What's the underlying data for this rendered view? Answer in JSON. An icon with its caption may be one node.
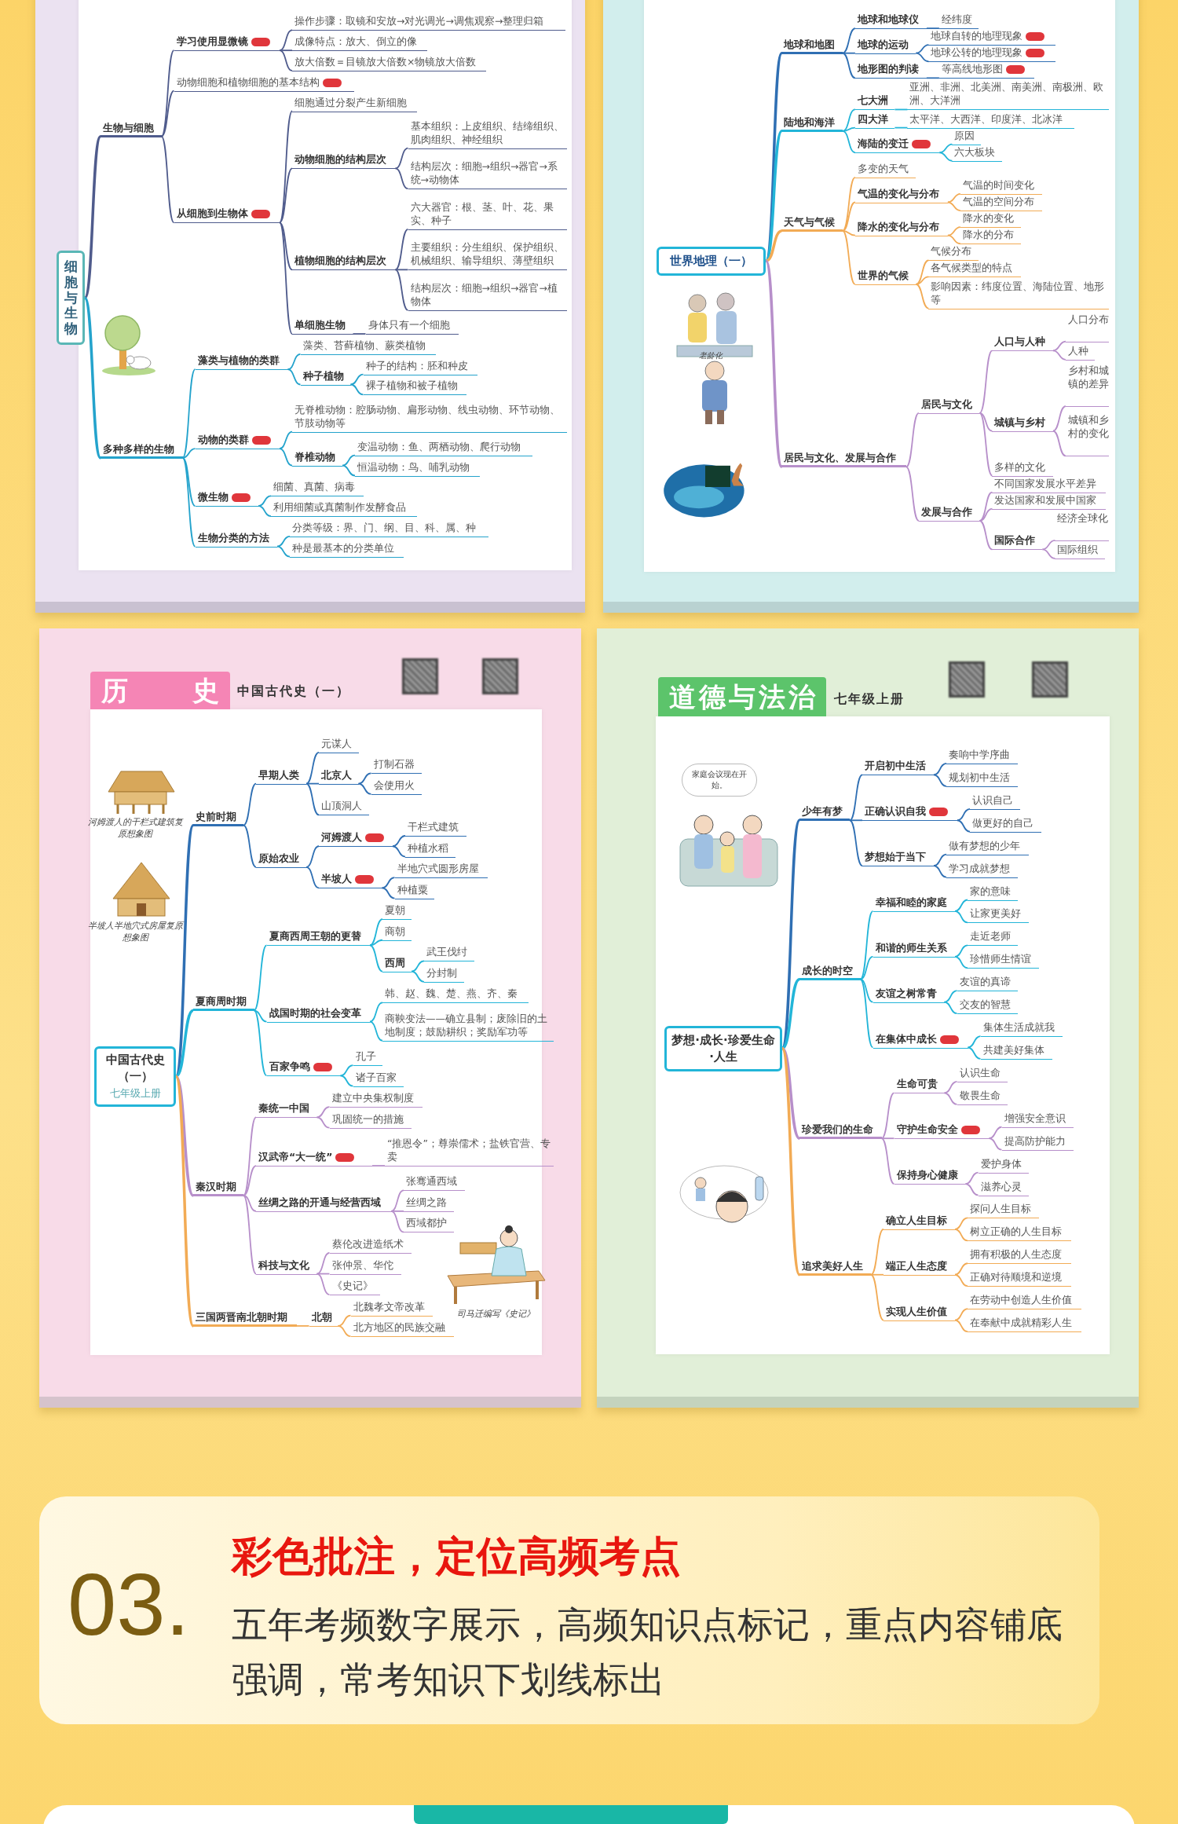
{
  "diagram": {
    "nodes": [
      {
        "text": [],
        "shape": "box"
      },
      {
        "text": [
          "细胞与生物"
        ],
        "in": 0
      },
      {
        "text": [
          "生物与细胞"
        ],
        "in": 0
      },
      {
        "text": [
          "学习使用显微镜"
        ],
        "in": 0
      },
      {
        "text": [
          "操作步骤：取镜和安放→对光调光→调焦观察→整理归箱"
        ],
        "in": 0
      },
      {
        "text": [
          "成像特点：放大、倒立的像"
        ],
        "in": 0
      },
      {
        "text": [
          "放大倍数＝目镜放大倍数×物镜放大倍数"
        ],
        "in": 0
      },
      {
        "text": [
          "动物细胞和植物细胞的基本结构"
        ],
        "in": 0
      },
      {
        "text": [
          "从细胞到生物体"
        ],
        "in": 0
      },
      {
        "text": [
          "细胞通过分裂产生新细胞"
        ],
        "in": 0
      },
      {
        "text": [
          "动物细胞的结构层次"
        ],
        "in": 0
      },
      {
        "text": [
          "基本组织：上皮组织、结缔组织、肌肉组织、神经组织"
        ],
        "in": 0
      },
      {
        "text": [
          "结构层次：细胞→组织→器官→系统→动物体"
        ],
        "in": 0
      },
      {
        "text": [
          "植物细胞的结构层次"
        ],
        "in": 0
      },
      {
        "text": [
          "六大器官：根、茎、叶、花、果实、种子"
        ],
        "in": 0
      },
      {
        "text": [
          "主要组织：分生组织、保护组织、机械组织、输导组织、薄壁组织"
        ],
        "in": 0
      },
      {
        "text": [
          "结构层次：细胞→组织→器官→植物体"
        ],
        "in": 0
      },
      {
        "text": [
          "单细胞生物"
        ],
        "in": 0
      },
      {
        "text": [
          "身体只有一个细胞"
        ],
        "in": 0
      },
      {
        "text": [
          "多种多样的生物"
        ],
        "in": 0
      },
      {
        "text": [
          "藻类与植物的类群"
        ],
        "in": 0
      },
      {
        "text": [
          "藻类、苔藓植物、蕨类植物"
        ],
        "in": 0
      },
      {
        "text": [
          "种子植物"
        ],
        "in": 0
      },
      {
        "text": [
          "种子的结构：胚和种皮"
        ],
        "in": 0
      },
      {
        "text": [
          "裸子植物和被子植物"
        ],
        "in": 0
      },
      {
        "text": [
          "动物的类群"
        ],
        "in": 0
      },
      {
        "text": [
          "无脊椎动物：腔肠动物、扁形动物、线虫动物、环节动物、节肢动物等"
        ],
        "in": 0
      },
      {
        "text": [
          "脊椎动物"
        ],
        "in": 0
      },
      {
        "text": [
          "变温动物：鱼、两栖动物、爬行动物"
        ],
        "in": 0
      },
      {
        "text": [
          "恒温动物：鸟、哺乳动物"
        ],
        "in": 0
      },
      {
        "text": [
          "微生物"
        ],
        "in": 0
      },
      {
        "text": [
          "细菌、真菌、病毒"
        ],
        "in": 0
      },
      {
        "text": [
          "利用细菌或真菌制作发酵食品"
        ],
        "in": 0
      },
      {
        "text": [
          "生物分类的方法"
        ],
        "in": 0
      },
      {
        "text": [
          "分类等级：界、门、纲、目、科、属、种"
        ],
        "in": 0
      },
      {
        "text": [
          "种是最基本的分类单位"
        ],
        "in": 0
      },
      {
        "text": [],
        "shape": "box"
      },
      {
        "text": [
          "世界地理（一）"
        ],
        "in": 36
      },
      {
        "text": [
          "地球和地图"
        ],
        "in": 36
      },
      {
        "text": [
          "地球和地球仪"
        ],
        "in": 36
      },
      {
        "text": [
          "经纬度"
        ],
        "in": 36
      },
      {
        "text": [
          "地球的运动"
        ],
        "in": 36
      },
      {
        "text": [
          "地球自转的地理现象"
        ],
        "in": 36
      },
      {
        "text": [
          "地球公转的地理现象"
        ],
        "in": 36
      },
      {
        "text": [
          "地形图的判读"
        ],
        "in": 36
      },
      {
        "text": [
          "等高线地形图"
        ],
        "in": 36
      },
      {
        "text": [
          "陆地和海洋"
        ],
        "in": 36
      },
      {
        "text": [
          "七大洲"
        ],
        "in": 36
      },
      {
        "text": [
          "亚洲、非洲、北美洲、南美洲、南极洲、欧洲、大洋洲"
        ],
        "in": 36
      },
      {
        "text": [
          "四大洋"
        ],
        "in": 36
      },
      {
        "text": [
          "太平洋、大西洋、印度洋、北冰洋"
        ],
        "in": 36
      },
      {
        "text": [
          "海陆的变迁"
        ],
        "in": 36
      },
      {
        "text": [
          "原因"
        ],
        "in": 36
      },
      {
        "text": [
          "六大板块"
        ],
        "in": 36
      },
      {
        "text": [
          "天气与气候"
        ],
        "in": 36
      },
      {
        "text": [
          "多变的天气"
        ],
        "in": 36
      },
      {
        "text": [
          "气温的变化与分布"
        ],
        "in": 36
      },
      {
        "text": [
          "气温的时间变化"
        ],
        "in": 36
      },
      {
        "text": [
          "气温的空间分布"
        ],
        "in": 36
      },
      {
        "text": [
          "降水的变化与分布"
        ],
        "in": 36
      },
      {
        "text": [
          "降水的变化"
        ],
        "in": 36
      },
      {
        "text": [
          "降水的分布"
        ],
        "in": 36
      },
      {
        "text": [
          "世界的气候"
        ],
        "in": 36
      },
      {
        "text": [
          "气候分布"
        ],
        "in": 36
      },
      {
        "text": [
          "各气候类型的特点"
        ],
        "in": 36
      },
      {
        "text": [
          "影响因素：纬度位置、海陆位置、地形等"
        ],
        "in": 36
      },
      {
        "text": [
          "居民与文化、发展与合作"
        ],
        "in": 36
      },
      {
        "text": [
          "居民与文化"
        ],
        "in": 36
      },
      {
        "text": [
          "人口与人种"
        ],
        "in": 36
      },
      {
        "text": [
          "人口分布"
        ],
        "in": 36
      },
      {
        "text": [
          "人种"
        ],
        "in": 36
      },
      {
        "text": [
          "城镇与乡村"
        ],
        "in": 36
      },
      {
        "text": [
          "乡村和城镇的差异"
        ],
        "in": 36
      },
      {
        "text": [
          "城镇和乡村的变化"
        ],
        "in": 36
      },
      {
        "text": [
          "多样的文化"
        ],
        "in": 36
      },
      {
        "text": [
          "发展与合作"
        ],
        "in": 36
      },
      {
        "text": [
          "不同国家发展水平差异"
        ],
        "in": 36
      },
      {
        "text": [
          "发达国家和发展中国家"
        ],
        "in": 36
      },
      {
        "text": [
          "国际合作"
        ],
        "in": 36
      },
      {
        "text": [
          "经济全球化"
        ],
        "in": 36
      },
      {
        "text": [
          "国际组织"
        ],
        "in": 36
      },
      {
        "text": [
          "历史",
          "中国古代史（一）"
        ]
      },
      {
        "text": [
          "中国古代史（一）",
          "七年级上册"
        ],
        "in": 81
      },
      {
        "text": [
          "史前时期"
        ],
        "in": 81
      },
      {
        "text": [
          "早期人类"
        ],
        "in": 81
      },
      {
        "text": [
          "元谋人"
        ],
        "in": 81
      },
      {
        "text": [
          "北京人"
        ],
        "in": 81
      },
      {
        "text": [
          "打制石器"
        ],
        "in": 81
      },
      {
        "text": [
          "会使用火"
        ],
        "in": 81
      },
      {
        "text": [
          "山顶洞人"
        ],
        "in": 81
      },
      {
        "text": [
          "原始农业"
        ],
        "in": 81
      },
      {
        "text": [
          "河姆渡人"
        ],
        "in": 81
      },
      {
        "text": [
          "干栏式建筑"
        ],
        "in": 81
      },
      {
        "text": [
          "种植水稻"
        ],
        "in": 81
      },
      {
        "text": [
          "半坡人"
        ],
        "in": 81
      },
      {
        "text": [
          "半地穴式圆形房屋"
        ],
        "in": 81
      },
      {
        "text": [
          "种植粟"
        ],
        "in": 81
      },
      {
        "text": [
          "夏商周时期"
        ],
        "in": 81
      },
      {
        "text": [
          "夏商西周王朝的更替"
        ],
        "in": 81
      },
      {
        "text": [
          "夏朝"
        ],
        "in": 81
      },
      {
        "text": [
          "商朝"
        ],
        "in": 81
      },
      {
        "text": [
          "西周"
        ],
        "in": 81
      },
      {
        "text": [
          "武王伐纣"
        ],
        "in": 81
      },
      {
        "text": [
          "分封制"
        ],
        "in": 81
      },
      {
        "text": [
          "战国时期的社会变革"
        ],
        "in": 81
      },
      {
        "text": [
          "韩、赵、魏、楚、燕、齐、秦"
        ],
        "in": 81
      },
      {
        "text": [
          "商鞅变法——确立县制；废除旧的土地制度；鼓励耕织；奖励军功等"
        ],
        "in": 81
      },
      {
        "text": [
          "百家争鸣"
        ],
        "in": 81
      },
      {
        "text": [
          "孔子"
        ],
        "in": 81
      },
      {
        "text": [
          "诸子百家"
        ],
        "in": 81
      },
      {
        "text": [
          "秦汉时期"
        ],
        "in": 81
      },
      {
        "text": [
          "秦统一中国"
        ],
        "in": 81
      },
      {
        "text": [
          "建立中央集权制度"
        ],
        "in": 81
      },
      {
        "text": [
          "巩固统一的措施"
        ],
        "in": 81
      },
      {
        "text": [
          "汉武帝“大一统”"
        ],
        "in": 81
      },
      {
        "text": [
          "“推恩令”；尊崇儒术；盐铁官营、专卖"
        ],
        "in": 81
      },
      {
        "text": [
          "丝绸之路的开通与经营西域"
        ],
        "in": 81
      },
      {
        "text": [
          "张骞通西域"
        ],
        "in": 81
      },
      {
        "text": [
          "丝绸之路"
        ],
        "in": 81
      },
      {
        "text": [
          "西域都护"
        ],
        "in": 81
      },
      {
        "text": [
          "科技与文化"
        ],
        "in": 81
      },
      {
        "text": [
          "蔡伦改进造纸术"
        ],
        "in": 81
      },
      {
        "text": [
          "张仲景、华佗"
        ],
        "in": 81
      },
      {
        "text": [
          "《史记》"
        ],
        "in": 81
      },
      {
        "text": [
          "三国两晋南北朝时期"
        ],
        "in": 81
      },
      {
        "text": [
          "北朝"
        ],
        "in": 81
      },
      {
        "text": [
          "北魏孝文帝改革"
        ],
        "in": 81
      },
      {
        "text": [
          "北方地区的民族交融"
        ],
        "in": 81
      },
      {
        "text": [
          "道德与法治",
          "七年级上册"
        ]
      },
      {
        "text": [
          "梦想·成长·珍爱生命·人生"
        ],
        "in": 128
      },
      {
        "text": [
          "少年有梦"
        ],
        "in": 128
      },
      {
        "text": [
          "开启初中生活"
        ],
        "in": 128
      },
      {
        "text": [
          "奏响中学序曲"
        ],
        "in": 128
      },
      {
        "text": [
          "规划初中生活"
        ],
        "in": 128
      },
      {
        "text": [
          "正确认识自我"
        ],
        "in": 128
      },
      {
        "text": [
          "认识自己"
        ],
        "in": 128
      },
      {
        "text": [
          "做更好的自己"
        ],
        "in": 128
      },
      {
        "text": [
          "梦想始于当下"
        ],
        "in": 128
      },
      {
        "text": [
          "做有梦想的少年"
        ],
        "in": 128
      },
      {
        "text": [
          "学习成就梦想"
        ],
        "in": 128
      },
      {
        "text": [
          "成长的时空"
        ],
        "in": 128
      },
      {
        "text": [
          "幸福和睦的家庭"
        ],
        "in": 128
      },
      {
        "text": [
          "家的意味"
        ],
        "in": 128
      },
      {
        "text": [
          "让家更美好"
        ],
        "in": 128
      },
      {
        "text": [
          "和谐的师生关系"
        ],
        "in": 128
      },
      {
        "text": [
          "走近老师"
        ],
        "in": 128
      },
      {
        "text": [
          "珍惜师生情谊"
        ],
        "in": 128
      },
      {
        "text": [
          "友谊之树常青"
        ],
        "in": 128
      },
      {
        "text": [
          "友谊的真谛"
        ],
        "in": 128
      },
      {
        "text": [
          "交友的智慧"
        ],
        "in": 128
      },
      {
        "text": [
          "在集体中成长"
        ],
        "in": 128
      },
      {
        "text": [
          "集体生活成就我"
        ],
        "in": 128
      },
      {
        "text": [
          "共建美好集体"
        ],
        "in": 128
      },
      {
        "text": [
          "珍爱我们的生命"
        ],
        "in": 128
      },
      {
        "text": [
          "生命可贵"
        ],
        "in": 128
      },
      {
        "text": [
          "认识生命"
        ],
        "in": 128
      },
      {
        "text": [
          "敬畏生命"
        ],
        "in": 128
      },
      {
        "text": [
          "守护生命安全"
        ],
        "in": 128
      },
      {
        "text": [
          "增强安全意识"
        ],
        "in": 128
      },
      {
        "text": [
          "提高防护能力"
        ],
        "in": 128
      },
      {
        "text": [
          "保持身心健康"
        ],
        "in": 128
      },
      {
        "text": [
          "爱护身体"
        ],
        "in": 128
      },
      {
        "text": [
          "滋养心灵"
        ],
        "in": 128
      },
      {
        "text": [
          "追求美好人生"
        ],
        "in": 128
      },
      {
        "text": [
          "确立人生目标"
        ],
        "in": 128
      },
      {
        "text": [
          "探问人生目标"
        ],
        "in": 128
      },
      {
        "text": [
          "树立正确的人生目标"
        ],
        "in": 128
      },
      {
        "text": [
          "端正人生态度"
        ],
        "in": 128
      },
      {
        "text": [
          "拥有积极的人生态度"
        ],
        "in": 128
      },
      {
        "text": [
          "正确对待顺境和逆境"
        ],
        "in": 128
      },
      {
        "text": [
          "实现人生价值"
        ],
        "in": 128
      },
      {
        "text": [
          "在劳动中创造人生价值"
        ],
        "in": 128
      },
      {
        "text": [
          "在奉献中成就精彩人生"
        ],
        "in": 128
      },
      {
        "text": [
          "03.",
          "彩色批注，定位高频考点",
          "五年考频数字展示，高频知识点标记，重点内容铺底强调，常考知识下划线标出"
        ]
      }
    ],
    "edges": [
      {
        "from": 1,
        "to": 2,
        "arrow": "none",
        "color": "#4f5b8c"
      },
      {
        "from": 2,
        "to": 3,
        "arrow": "none",
        "color": "#4f5b8c"
      },
      {
        "from": 3,
        "to": 4,
        "arrow": "none",
        "color": "#4f5b8c"
      },
      {
        "from": 3,
        "to": 5,
        "arrow": "none",
        "color": "#4f5b8c"
      },
      {
        "from": 3,
        "to": 6,
        "arrow": "none",
        "color": "#4f5b8c"
      },
      {
        "from": 2,
        "to": 7,
        "arrow": "none",
        "color": "#4f5b8c"
      },
      {
        "from": 2,
        "to": 8,
        "arrow": "none",
        "color": "#4f5b8c"
      },
      {
        "from": 8,
        "to": 9,
        "arrow": "none",
        "color": "#4f5b8c"
      },
      {
        "from": 8,
        "to": 10,
        "arrow": "none",
        "color": "#4f5b8c"
      },
      {
        "from": 10,
        "to": 11,
        "arrow": "none",
        "color": "#4f5b8c"
      },
      {
        "from": 10,
        "to": 12,
        "arrow": "none",
        "color": "#4f5b8c"
      },
      {
        "from": 8,
        "to": 13,
        "arrow": "none",
        "color": "#4f5b8c"
      },
      {
        "from": 13,
        "to": 14,
        "arrow": "none",
        "color": "#4f5b8c"
      },
      {
        "from": 13,
        "to": 15,
        "arrow": "none",
        "color": "#4f5b8c"
      },
      {
        "from": 13,
        "to": 16,
        "arrow": "none",
        "color": "#4f5b8c"
      },
      {
        "from": 8,
        "to": 17,
        "arrow": "none",
        "color": "#4f5b8c"
      },
      {
        "from": 17,
        "to": 18,
        "arrow": "none",
        "color": "#4f5b8c"
      },
      {
        "from": 1,
        "to": 19,
        "arrow": "none",
        "color": "#24a3cc"
      },
      {
        "from": 19,
        "to": 20,
        "arrow": "none",
        "color": "#24a3cc"
      },
      {
        "from": 20,
        "to": 21,
        "arrow": "none",
        "color": "#24a3cc"
      },
      {
        "from": 20,
        "to": 22,
        "arrow": "none",
        "color": "#24a3cc"
      },
      {
        "from": 22,
        "to": 23,
        "arrow": "none",
        "color": "#24a3cc"
      },
      {
        "from": 22,
        "to": 24,
        "arrow": "none",
        "color": "#24a3cc"
      },
      {
        "from": 19,
        "to": 25,
        "arrow": "none",
        "color": "#24a3cc"
      },
      {
        "from": 25,
        "to": 26,
        "arrow": "none",
        "color": "#24a3cc"
      },
      {
        "from": 25,
        "to": 27,
        "arrow": "none",
        "color": "#24a3cc"
      },
      {
        "from": 27,
        "to": 28,
        "arrow": "none",
        "color": "#24a3cc"
      },
      {
        "from": 27,
        "to": 29,
        "arrow": "none",
        "color": "#24a3cc"
      },
      {
        "from": 19,
        "to": 30,
        "arrow": "none",
        "color": "#24a3cc"
      },
      {
        "from": 30,
        "to": 31,
        "arrow": "none",
        "color": "#24a3cc"
      },
      {
        "from": 30,
        "to": 32,
        "arrow": "none",
        "color": "#24a3cc"
      },
      {
        "from": 19,
        "to": 33,
        "arrow": "none",
        "color": "#24a3cc"
      },
      {
        "from": 33,
        "to": 34,
        "arrow": "none",
        "color": "#24a3cc"
      },
      {
        "from": 33,
        "to": 35,
        "arrow": "none",
        "color": "#24a3cc"
      },
      {
        "from": 37,
        "to": 38,
        "arrow": "none",
        "color": "#2f6fb3"
      },
      {
        "from": 38,
        "to": 39,
        "arrow": "none",
        "color": "#2f6fb3"
      },
      {
        "from": 39,
        "to": 40,
        "arrow": "none",
        "color": "#2f6fb3"
      },
      {
        "from": 38,
        "to": 41,
        "arrow": "none",
        "color": "#2f6fb3"
      },
      {
        "from": 41,
        "to": 42,
        "arrow": "none",
        "color": "#2f6fb3"
      },
      {
        "from": 41,
        "to": 43,
        "arrow": "none",
        "color": "#2f6fb3"
      },
      {
        "from": 38,
        "to": 44,
        "arrow": "none",
        "color": "#2f6fb3"
      },
      {
        "from": 44,
        "to": 45,
        "arrow": "none",
        "color": "#2f6fb3"
      },
      {
        "from": 37,
        "to": 46,
        "arrow": "none",
        "color": "#22b5d8"
      },
      {
        "from": 46,
        "to": 47,
        "arrow": "none",
        "color": "#22b5d8"
      },
      {
        "from": 47,
        "to": 48,
        "arrow": "none",
        "color": "#22b5d8"
      },
      {
        "from": 46,
        "to": 49,
        "arrow": "none",
        "color": "#22b5d8"
      },
      {
        "from": 49,
        "to": 50,
        "arrow": "none",
        "color": "#22b5d8"
      },
      {
        "from": 46,
        "to": 51,
        "arrow": "none",
        "color": "#22b5d8"
      },
      {
        "from": 51,
        "to": 52,
        "arrow": "none",
        "color": "#22b5d8"
      },
      {
        "from": 51,
        "to": 53,
        "arrow": "none",
        "color": "#22b5d8"
      },
      {
        "from": 37,
        "to": 54,
        "arrow": "none",
        "color": "#f2ab55"
      },
      {
        "from": 54,
        "to": 55,
        "arrow": "none",
        "color": "#f2ab55"
      },
      {
        "from": 54,
        "to": 56,
        "arrow": "none",
        "color": "#f2ab55"
      },
      {
        "from": 56,
        "to": 57,
        "arrow": "none",
        "color": "#f2ab55"
      },
      {
        "from": 56,
        "to": 58,
        "arrow": "none",
        "color": "#f2ab55"
      },
      {
        "from": 54,
        "to": 59,
        "arrow": "none",
        "color": "#f2ab55"
      },
      {
        "from": 59,
        "to": 60,
        "arrow": "none",
        "color": "#f2ab55"
      },
      {
        "from": 59,
        "to": 61,
        "arrow": "none",
        "color": "#f2ab55"
      },
      {
        "from": 54,
        "to": 62,
        "arrow": "none",
        "color": "#f2ab55"
      },
      {
        "from": 62,
        "to": 63,
        "arrow": "none",
        "color": "#f2ab55"
      },
      {
        "from": 62,
        "to": 64,
        "arrow": "none",
        "color": "#f2ab55"
      },
      {
        "from": 62,
        "to": 65,
        "arrow": "none",
        "color": "#f2ab55"
      },
      {
        "from": 37,
        "to": 66,
        "arrow": "none",
        "color": "#b78fca"
      },
      {
        "from": 66,
        "to": 67,
        "arrow": "none",
        "color": "#b78fca"
      },
      {
        "from": 67,
        "to": 68,
        "arrow": "none",
        "color": "#b78fca"
      },
      {
        "from": 68,
        "to": 69,
        "arrow": "none",
        "color": "#b78fca"
      },
      {
        "from": 68,
        "to": 70,
        "arrow": "none",
        "color": "#b78fca"
      },
      {
        "from": 67,
        "to": 71,
        "arrow": "none",
        "color": "#b78fca"
      },
      {
        "from": 71,
        "to": 72,
        "arrow": "none",
        "color": "#b78fca"
      },
      {
        "from": 71,
        "to": 73,
        "arrow": "none",
        "color": "#b78fca"
      },
      {
        "from": 67,
        "to": 74,
        "arrow": "none",
        "color": "#b78fca"
      },
      {
        "from": 66,
        "to": 75,
        "arrow": "none",
        "color": "#b78fca"
      },
      {
        "from": 75,
        "to": 76,
        "arrow": "none",
        "color": "#b78fca"
      },
      {
        "from": 75,
        "to": 77,
        "arrow": "none",
        "color": "#b78fca"
      },
      {
        "from": 75,
        "to": 78,
        "arrow": "none",
        "color": "#b78fca"
      },
      {
        "from": 78,
        "to": 79,
        "arrow": "none",
        "color": "#b78fca"
      },
      {
        "from": 78,
        "to": 80,
        "arrow": "none",
        "color": "#b78fca"
      },
      {
        "from": 82,
        "to": 83,
        "arrow": "none",
        "color": "#2f6fb3"
      },
      {
        "from": 83,
        "to": 84,
        "arrow": "none",
        "color": "#2f6fb3"
      },
      {
        "from": 84,
        "to": 85,
        "arrow": "none",
        "color": "#2f6fb3"
      },
      {
        "from": 84,
        "to": 86,
        "arrow": "none",
        "color": "#2f6fb3"
      },
      {
        "from": 86,
        "to": 87,
        "arrow": "none",
        "color": "#2f6fb3"
      },
      {
        "from": 86,
        "to": 88,
        "arrow": "none",
        "color": "#2f6fb3"
      },
      {
        "from": 84,
        "to": 89,
        "arrow": "none",
        "color": "#2f6fb3"
      },
      {
        "from": 83,
        "to": 90,
        "arrow": "none",
        "color": "#2f6fb3"
      },
      {
        "from": 90,
        "to": 91,
        "arrow": "none",
        "color": "#2f6fb3"
      },
      {
        "from": 91,
        "to": 92,
        "arrow": "none",
        "color": "#2f6fb3"
      },
      {
        "from": 91,
        "to": 93,
        "arrow": "none",
        "color": "#2f6fb3"
      },
      {
        "from": 90,
        "to": 94,
        "arrow": "none",
        "color": "#2f6fb3"
      },
      {
        "from": 94,
        "to": 95,
        "arrow": "none",
        "color": "#2f6fb3"
      },
      {
        "from": 94,
        "to": 96,
        "arrow": "none",
        "color": "#2f6fb3"
      },
      {
        "from": 82,
        "to": 97,
        "arrow": "none",
        "color": "#22b5d8"
      },
      {
        "from": 97,
        "to": 98,
        "arrow": "none",
        "color": "#22b5d8"
      },
      {
        "from": 98,
        "to": 99,
        "arrow": "none",
        "color": "#22b5d8"
      },
      {
        "from": 98,
        "to": 100,
        "arrow": "none",
        "color": "#22b5d8"
      },
      {
        "from": 98,
        "to": 101,
        "arrow": "none",
        "color": "#22b5d8"
      },
      {
        "from": 101,
        "to": 102,
        "arrow": "none",
        "color": "#22b5d8"
      },
      {
        "from": 101,
        "to": 103,
        "arrow": "none",
        "color": "#22b5d8"
      },
      {
        "from": 97,
        "to": 104,
        "arrow": "none",
        "color": "#22b5d8"
      },
      {
        "from": 104,
        "to": 105,
        "arrow": "none",
        "color": "#22b5d8"
      },
      {
        "from": 104,
        "to": 106,
        "arrow": "none",
        "color": "#22b5d8"
      },
      {
        "from": 97,
        "to": 107,
        "arrow": "none",
        "color": "#22b5d8"
      },
      {
        "from": 107,
        "to": 108,
        "arrow": "none",
        "color": "#22b5d8"
      },
      {
        "from": 107,
        "to": 109,
        "arrow": "none",
        "color": "#22b5d8"
      },
      {
        "from": 82,
        "to": 110,
        "arrow": "none",
        "color": "#b78fca"
      },
      {
        "from": 110,
        "to": 111,
        "arrow": "none",
        "color": "#b78fca"
      },
      {
        "from": 111,
        "to": 112,
        "arrow": "none",
        "color": "#b78fca"
      },
      {
        "from": 111,
        "to": 113,
        "arrow": "none",
        "color": "#b78fca"
      },
      {
        "from": 110,
        "to": 114,
        "arrow": "none",
        "color": "#b78fca"
      },
      {
        "from": 114,
        "to": 115,
        "arrow": "none",
        "color": "#b78fca"
      },
      {
        "from": 110,
        "to": 116,
        "arrow": "none",
        "color": "#b78fca"
      },
      {
        "from": 116,
        "to": 117,
        "arrow": "none",
        "color": "#b78fca"
      },
      {
        "from": 116,
        "to": 118,
        "arrow": "none",
        "color": "#b78fca"
      },
      {
        "from": 116,
        "to": 119,
        "arrow": "none",
        "color": "#b78fca"
      },
      {
        "from": 110,
        "to": 120,
        "arrow": "none",
        "color": "#b78fca"
      },
      {
        "from": 120,
        "to": 121,
        "arrow": "none",
        "color": "#b78fca"
      },
      {
        "from": 120,
        "to": 122,
        "arrow": "none",
        "color": "#b78fca"
      },
      {
        "from": 120,
        "to": 123,
        "arrow": "none",
        "color": "#b78fca"
      },
      {
        "from": 82,
        "to": 124,
        "arrow": "none",
        "color": "#f2ab55"
      },
      {
        "from": 124,
        "to": 125,
        "arrow": "none",
        "color": "#f2ab55"
      },
      {
        "from": 125,
        "to": 126,
        "arrow": "none",
        "color": "#f2ab55"
      },
      {
        "from": 125,
        "to": 127,
        "arrow": "none",
        "color": "#f2ab55"
      },
      {
        "from": 129,
        "to": 130,
        "arrow": "none",
        "color": "#2f6fb3"
      },
      {
        "from": 130,
        "to": 131,
        "arrow": "none",
        "color": "#2f6fb3"
      },
      {
        "from": 131,
        "to": 132,
        "arrow": "none",
        "color": "#2f6fb3"
      },
      {
        "from": 131,
        "to": 133,
        "arrow": "none",
        "color": "#2f6fb3"
      },
      {
        "from": 130,
        "to": 134,
        "arrow": "none",
        "color": "#2f6fb3"
      },
      {
        "from": 134,
        "to": 135,
        "arrow": "none",
        "color": "#2f6fb3"
      },
      {
        "from": 134,
        "to": 136,
        "arrow": "none",
        "color": "#2f6fb3"
      },
      {
        "from": 130,
        "to": 137,
        "arrow": "none",
        "color": "#2f6fb3"
      },
      {
        "from": 137,
        "to": 138,
        "arrow": "none",
        "color": "#2f6fb3"
      },
      {
        "from": 137,
        "to": 139,
        "arrow": "none",
        "color": "#2f6fb3"
      },
      {
        "from": 129,
        "to": 140,
        "arrow": "none",
        "color": "#22b5d8"
      },
      {
        "from": 140,
        "to": 141,
        "arrow": "none",
        "color": "#22b5d8"
      },
      {
        "from": 141,
        "to": 142,
        "arrow": "none",
        "color": "#22b5d8"
      },
      {
        "from": 141,
        "to": 143,
        "arrow": "none",
        "color": "#22b5d8"
      },
      {
        "from": 140,
        "to": 144,
        "arrow": "none",
        "color": "#22b5d8"
      },
      {
        "from": 144,
        "to": 145,
        "arrow": "none",
        "color": "#22b5d8"
      },
      {
        "from": 144,
        "to": 146,
        "arrow": "none",
        "color": "#22b5d8"
      },
      {
        "from": 140,
        "to": 147,
        "arrow": "none",
        "color": "#22b5d8"
      },
      {
        "from": 147,
        "to": 148,
        "arrow": "none",
        "color": "#22b5d8"
      },
      {
        "from": 147,
        "to": 149,
        "arrow": "none",
        "color": "#22b5d8"
      },
      {
        "from": 140,
        "to": 150,
        "arrow": "none",
        "color": "#22b5d8"
      },
      {
        "from": 150,
        "to": 151,
        "arrow": "none",
        "color": "#22b5d8"
      },
      {
        "from": 150,
        "to": 152,
        "arrow": "none",
        "color": "#22b5d8"
      },
      {
        "from": 129,
        "to": 153,
        "arrow": "none",
        "color": "#b78fca"
      },
      {
        "from": 153,
        "to": 154,
        "arrow": "none",
        "color": "#b78fca"
      },
      {
        "from": 154,
        "to": 155,
        "arrow": "none",
        "color": "#b78fca"
      },
      {
        "from": 154,
        "to": 156,
        "arrow": "none",
        "color": "#b78fca"
      },
      {
        "from": 153,
        "to": 157,
        "arrow": "none",
        "color": "#b78fca"
      },
      {
        "from": 157,
        "to": 158,
        "arrow": "none",
        "color": "#b78fca"
      },
      {
        "from": 157,
        "to": 159,
        "arrow": "none",
        "color": "#b78fca"
      },
      {
        "from": 153,
        "to": 160,
        "arrow": "none",
        "color": "#b78fca"
      },
      {
        "from": 160,
        "to": 161,
        "arrow": "none",
        "color": "#b78fca"
      },
      {
        "from": 160,
        "to": 162,
        "arrow": "none",
        "color": "#b78fca"
      },
      {
        "from": 129,
        "to": 163,
        "arrow": "none",
        "color": "#f2ab55"
      },
      {
        "from": 163,
        "to": 164,
        "arrow": "none",
        "color": "#f2ab55"
      },
      {
        "from": 164,
        "to": 165,
        "arrow": "none",
        "color": "#f2ab55"
      },
      {
        "from": 164,
        "to": 166,
        "arrow": "none",
        "color": "#f2ab55"
      },
      {
        "from": 163,
        "to": 167,
        "arrow": "none",
        "color": "#f2ab55"
      },
      {
        "from": 167,
        "to": 168,
        "arrow": "none",
        "color": "#f2ab55"
      },
      {
        "from": 167,
        "to": 169,
        "arrow": "none",
        "color": "#f2ab55"
      },
      {
        "from": 163,
        "to": 170,
        "arrow": "none",
        "color": "#f2ab55"
      },
      {
        "from": 170,
        "to": 171,
        "arrow": "none",
        "color": "#f2ab55"
      },
      {
        "from": 170,
        "to": 172,
        "arrow": "none",
        "color": "#f2ab55"
      }
    ],
    "labels": [
      "老龄化",
      "河姆渡人的干栏式建筑复原想象图",
      "半坡人半地穴式房屋复原想象图",
      "司马迁编写《史记》",
      "家庭会议现在开始。"
    ]
  }
}
